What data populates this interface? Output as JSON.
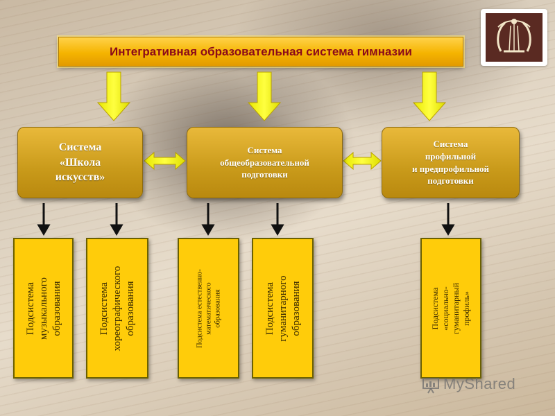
{
  "title": "Интегративная образовательная система гимназии",
  "systems": [
    {
      "lines": [
        "Система",
        "«Школа",
        "искусств»"
      ]
    },
    {
      "lines": [
        "Система",
        "общеобразовательной",
        "подготовки"
      ]
    },
    {
      "lines": [
        "Система",
        "профильной",
        "и предпрофильной",
        "подготовки"
      ]
    }
  ],
  "subsystems": [
    {
      "lines": [
        "Подсистема",
        "музыкального",
        "образования"
      ]
    },
    {
      "lines": [
        "Подсистема",
        "хореографического",
        "образования"
      ]
    },
    {
      "lines": [
        "Подсистема естественно-",
        "математического",
        "образования"
      ]
    },
    {
      "lines": [
        "Подсистема",
        "гуманитарного",
        "образования"
      ]
    },
    {
      "lines": [
        "Подсистема",
        "«социально-",
        "гуманитарный",
        "профиль»"
      ]
    }
  ],
  "watermark": {
    "text": "MyShared"
  },
  "colors": {
    "title_text": "#8b0a1a",
    "arrow_yellow": "#ffff00",
    "system_box": "#c99a1a",
    "subsystem_box": "#ffcc0a"
  }
}
